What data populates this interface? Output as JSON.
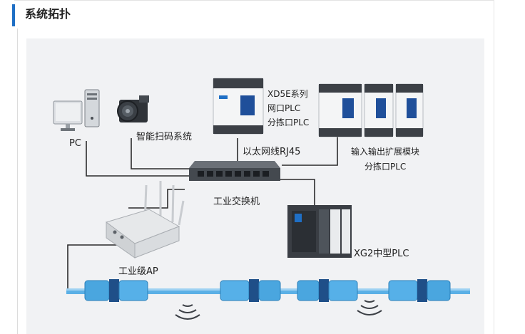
{
  "header": {
    "title": "系统拓扑"
  },
  "diagram": {
    "labels": {
      "pc": "PC",
      "scanner": "智能扫码系统",
      "xd5e_line1": "XD5E系列",
      "xd5e_line2": "网口PLC",
      "xd5e_line3": "分拣口PLC",
      "ethernet": "以太网线RJ45",
      "io_line1": "输入输出扩展模块",
      "io_line2": "分拣口PLC",
      "switch": "工业交换机",
      "xg2": "XG2中型PLC",
      "ap": "工业级AP"
    }
  },
  "colors": {
    "accent": "#1f6fc5",
    "canvas": "#f1f2f4",
    "cable": "#5bb0e6",
    "line": "#2b2b2b"
  }
}
